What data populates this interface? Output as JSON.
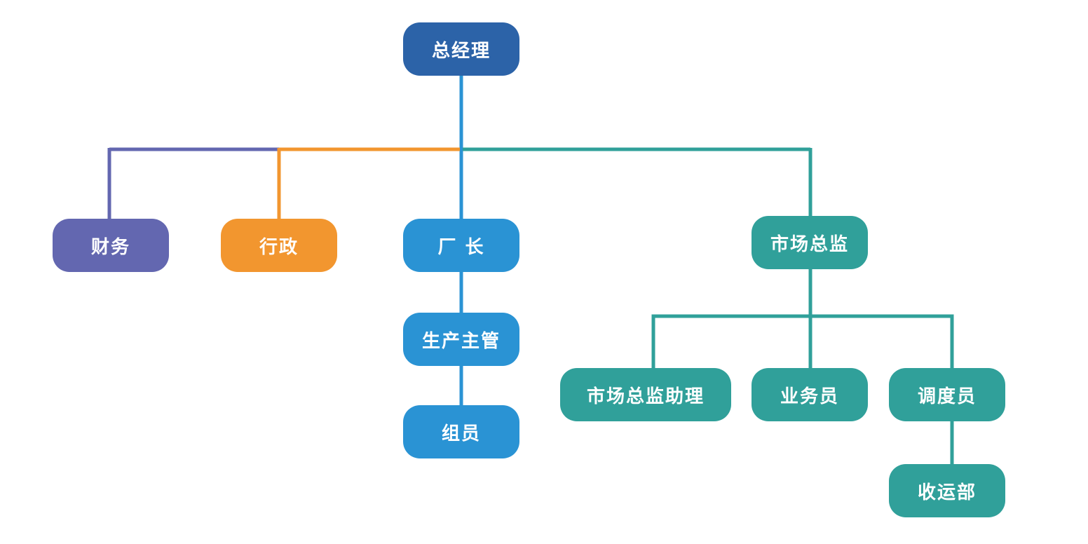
{
  "colors": {
    "navy": "#2c63a8",
    "purple": "#6367b0",
    "orange": "#f2962f",
    "blue": "#2a93d4",
    "teal": "#30a09a"
  },
  "nodes": {
    "ceo": "总经理",
    "finance": "财务",
    "admin": "行政",
    "factory_director": "厂 长",
    "production_supervisor": "生产主管",
    "team_member": "组员",
    "marketing_director": "市场总监",
    "marketing_assistant": "市场总监助理",
    "salesperson": "业务员",
    "dispatcher": "调度员",
    "receiving_shipping": "收运部"
  }
}
